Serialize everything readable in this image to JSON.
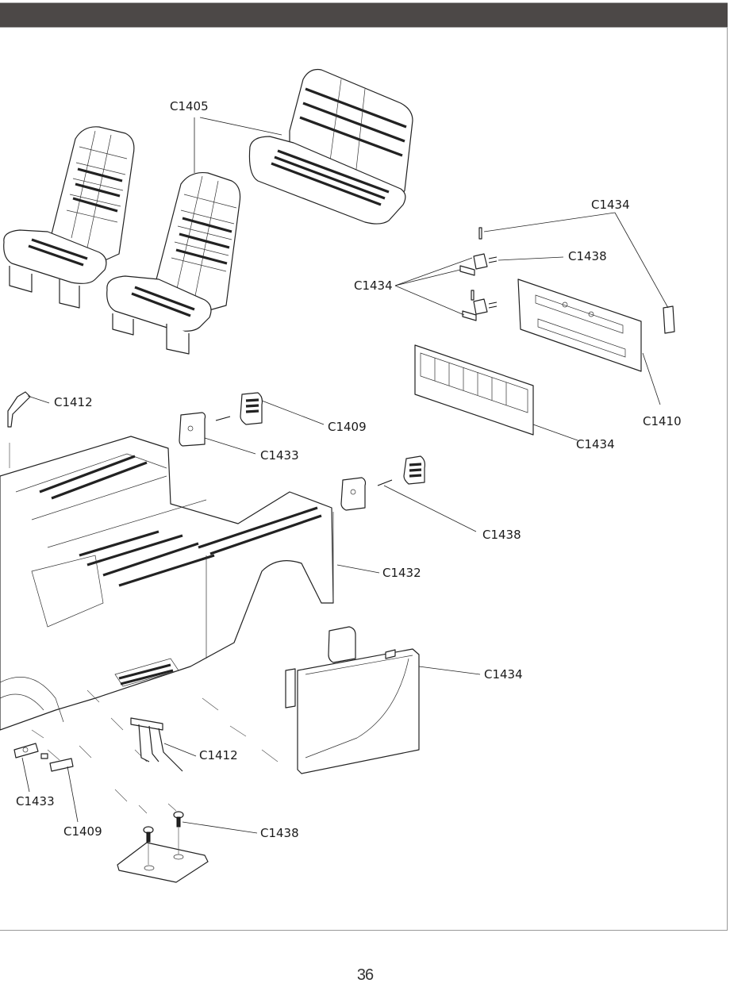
{
  "page": {
    "page_number": "36"
  },
  "callouts": {
    "seats": "C1405",
    "tailgate_pin": "C1434",
    "hinge_screw": "C1438",
    "hinge_parts": "C1434",
    "tailgate_inner": "C1410",
    "tailgate_panel": "C1434",
    "gear_shifter": "C1412",
    "light_housing_rear_left": "C1433",
    "light_lens_rear_left": "C1409",
    "light_screw_rear_right": "C1438",
    "body_tub": "C1432",
    "door_panel": "C1434",
    "pedal_assembly": "C1412",
    "switch_plate": "C1433",
    "switch_button": "C1409",
    "pedal_screws": "C1438"
  }
}
